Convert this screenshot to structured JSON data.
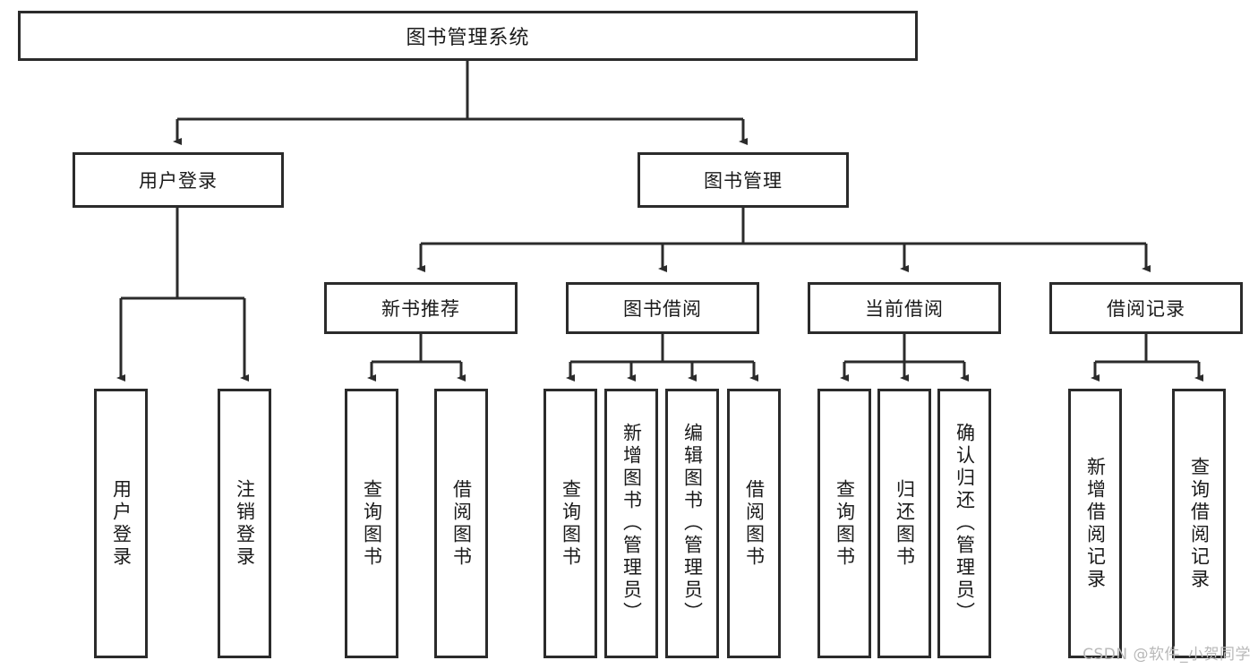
{
  "diagram": {
    "title": "图书管理系统",
    "watermark": "CSDN @软件_小贺同学",
    "colors": {
      "border": "#2b2b2b",
      "background": "#ffffff",
      "text": "#1a1a1a",
      "watermark": "#b8b8b8"
    },
    "levels": {
      "root": {
        "label": "图书管理系统"
      },
      "level2": [
        {
          "id": "user-login",
          "label": "用户登录"
        },
        {
          "id": "book-management",
          "label": "图书管理"
        }
      ],
      "level3": [
        {
          "id": "new-book-recommend",
          "label": "新书推荐",
          "parent": "book-management"
        },
        {
          "id": "book-borrow",
          "label": "图书借阅",
          "parent": "book-management"
        },
        {
          "id": "current-borrow",
          "label": "当前借阅",
          "parent": "book-management"
        },
        {
          "id": "borrow-record",
          "label": "借阅记录",
          "parent": "book-management"
        }
      ],
      "leaves": [
        {
          "id": "leaf-user-login",
          "label": "用户登录",
          "parent": "user-login"
        },
        {
          "id": "leaf-logout-login",
          "label": "注销登录",
          "parent": "user-login"
        },
        {
          "id": "leaf-query-book-1",
          "label": "查询图书",
          "parent": "new-book-recommend"
        },
        {
          "id": "leaf-borrow-book-1",
          "label": "借阅图书",
          "parent": "new-book-recommend"
        },
        {
          "id": "leaf-query-book-2",
          "label": "查询图书",
          "parent": "book-borrow"
        },
        {
          "id": "leaf-add-book",
          "label": "新增图书（管理员）",
          "parent": "book-borrow"
        },
        {
          "id": "leaf-edit-book",
          "label": "编辑图书（管理员）",
          "parent": "book-borrow"
        },
        {
          "id": "leaf-borrow-book-2",
          "label": "借阅图书",
          "parent": "book-borrow"
        },
        {
          "id": "leaf-query-book-3",
          "label": "查询图书",
          "parent": "current-borrow"
        },
        {
          "id": "leaf-return-book",
          "label": "归还图书",
          "parent": "current-borrow"
        },
        {
          "id": "leaf-confirm-return",
          "label": "确认归还（管理员）",
          "parent": "current-borrow"
        },
        {
          "id": "leaf-add-record",
          "label": "新增借阅记录",
          "parent": "borrow-record"
        },
        {
          "id": "leaf-query-record",
          "label": "查询借阅记录",
          "parent": "borrow-record"
        }
      ]
    }
  }
}
